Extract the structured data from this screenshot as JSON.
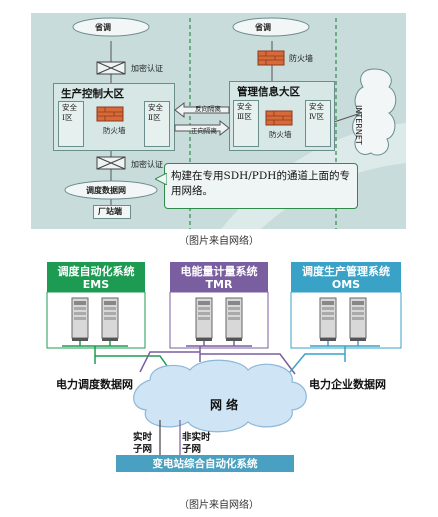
{
  "top_diagram": {
    "top_node_left": "省调",
    "top_node_right": "省调",
    "encrypt_auth_top": "加密认证",
    "firewall_top": "防火墙",
    "prod_zone_title": "生产控制大区",
    "mgmt_zone_title": "管理信息大区",
    "zone_i": "安全Ⅰ区",
    "zone_ii": "安全Ⅱ区",
    "zone_iii": "安全Ⅲ区",
    "zone_iv": "安全Ⅳ区",
    "firewall_prod": "防火墙",
    "firewall_mgmt": "防火墙",
    "reverse_isolation": "反向隔离",
    "forward_isolation": "正向隔离",
    "internet": "INTERNET",
    "encrypt_auth_bottom": "加密认证",
    "dispatch_network": "调度数据网",
    "plant_node": "厂站端",
    "note_text": "构建在专用SDH/PDH的通道上面的专用网络。"
  },
  "caption_top": "（图片来自网络）",
  "bottom_diagram": {
    "ems_title": "调度自动化系统",
    "ems_sub": "EMS",
    "tmr_title": "电能量计量系统",
    "tmr_sub": "TMR",
    "oms_title": "调度生产管理系统",
    "oms_sub": "OMS",
    "left_network": "电力调度数据网",
    "right_network": "电力企业数据网",
    "cloud_label": "网 络",
    "realtime": "实时子网",
    "nonrealtime": "非实时子网",
    "substation": "变电站综合自动化系统",
    "colors": {
      "ems": "#1e9b52",
      "tmr": "#7a5fa0",
      "oms": "#3aa2c6",
      "bar": "#4aa0c0"
    }
  },
  "caption_bottom": "（图片来自网络）"
}
